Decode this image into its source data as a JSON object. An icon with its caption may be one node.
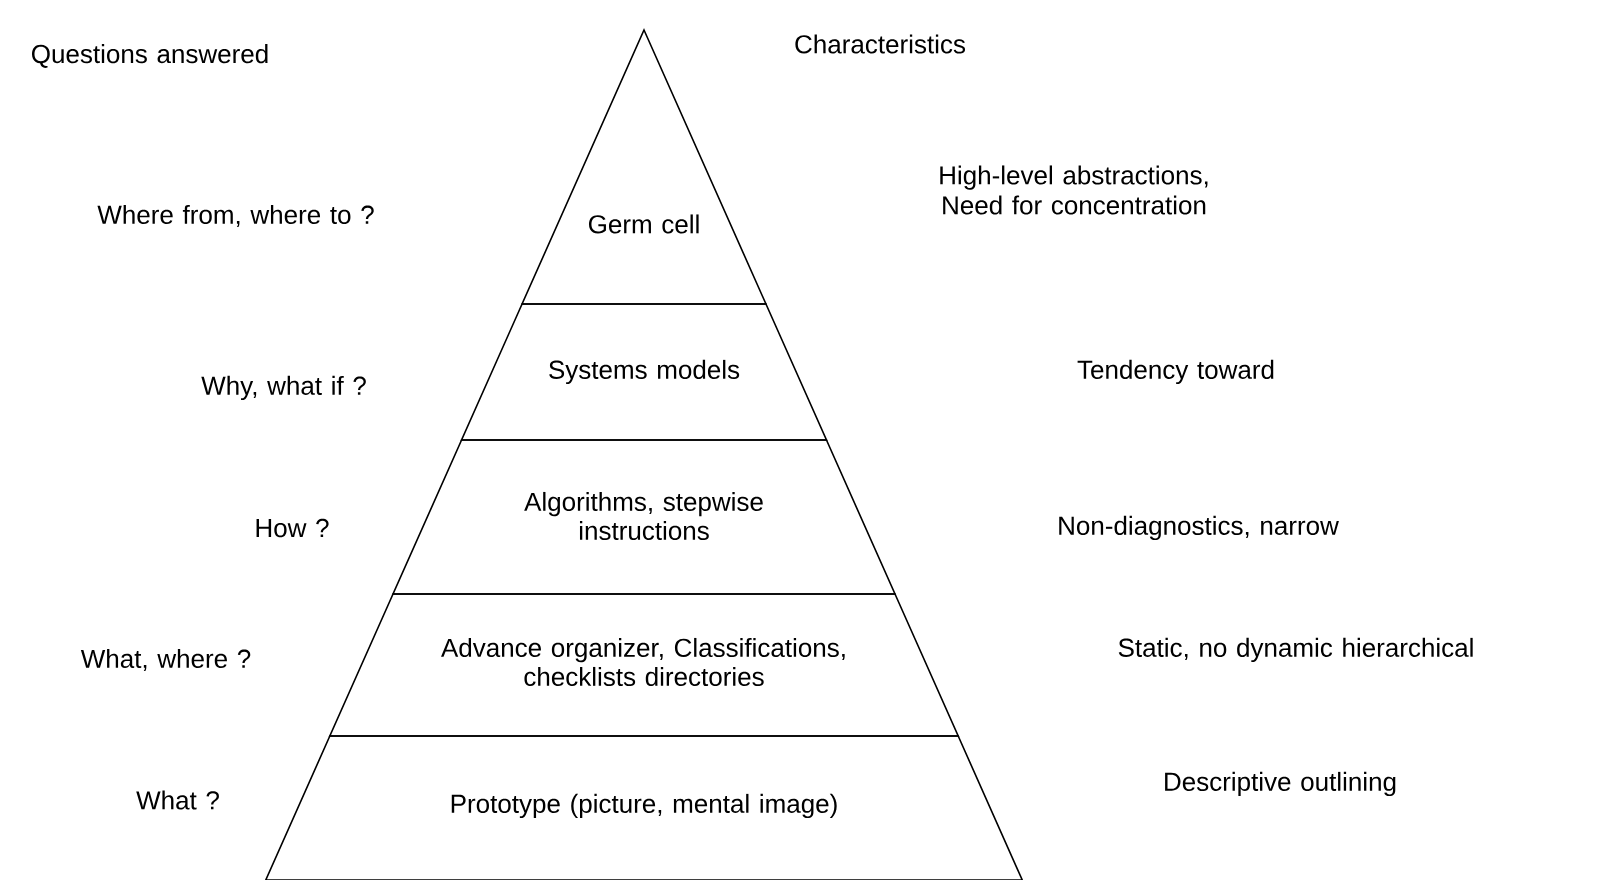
{
  "diagram": {
    "nodes": [
      {
        "text": [
          "Germ cell"
        ]
      },
      {
        "text": [
          "Systems models"
        ]
      },
      {
        "text": [
          "Algorithms, stepwise instructions"
        ]
      },
      {
        "text": [
          "Advance organizer, Classifications, checklists directories"
        ]
      },
      {
        "text": [
          "Prototype (picture, mental image)"
        ]
      }
    ],
    "edges": [],
    "labels": [
      "Questions answered",
      "Characteristics",
      "Where from, where to ?",
      "High-level abstractions, Need for concentration",
      "Why, what if ?",
      "Tendency toward",
      "How ?",
      "Non-diagnostics, narrow",
      "What, where ?",
      "Static, no dynamic hierarchical",
      "What ?",
      "Descriptive outlining"
    ]
  }
}
